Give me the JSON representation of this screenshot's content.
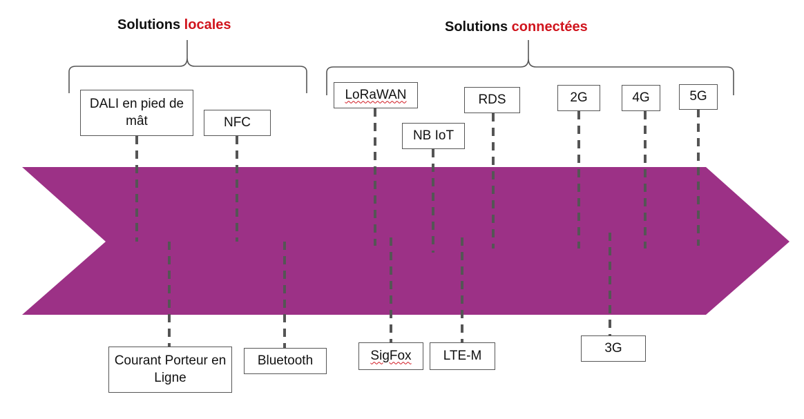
{
  "headings": {
    "local": {
      "prefix": "Solutions ",
      "accent": "locales"
    },
    "connected": {
      "prefix": "Solutions ",
      "accent": "connectées"
    }
  },
  "colors": {
    "arrow": "#9c3186",
    "accent": "#d0141d",
    "bracket": "#555555",
    "connector": "#555555"
  },
  "technologies": {
    "dali": "DALI en pied de mât",
    "nfc": "NFC",
    "cpl": "Courant Porteur en Ligne",
    "bluetooth": "Bluetooth",
    "lorawan": "LoRaWAN",
    "nbiot": "NB IoT",
    "sigfox": "SigFox",
    "ltem": "LTE-M",
    "rds": "RDS",
    "g2": "2G",
    "g3": "3G",
    "g4": "4G",
    "g5": "5G"
  }
}
